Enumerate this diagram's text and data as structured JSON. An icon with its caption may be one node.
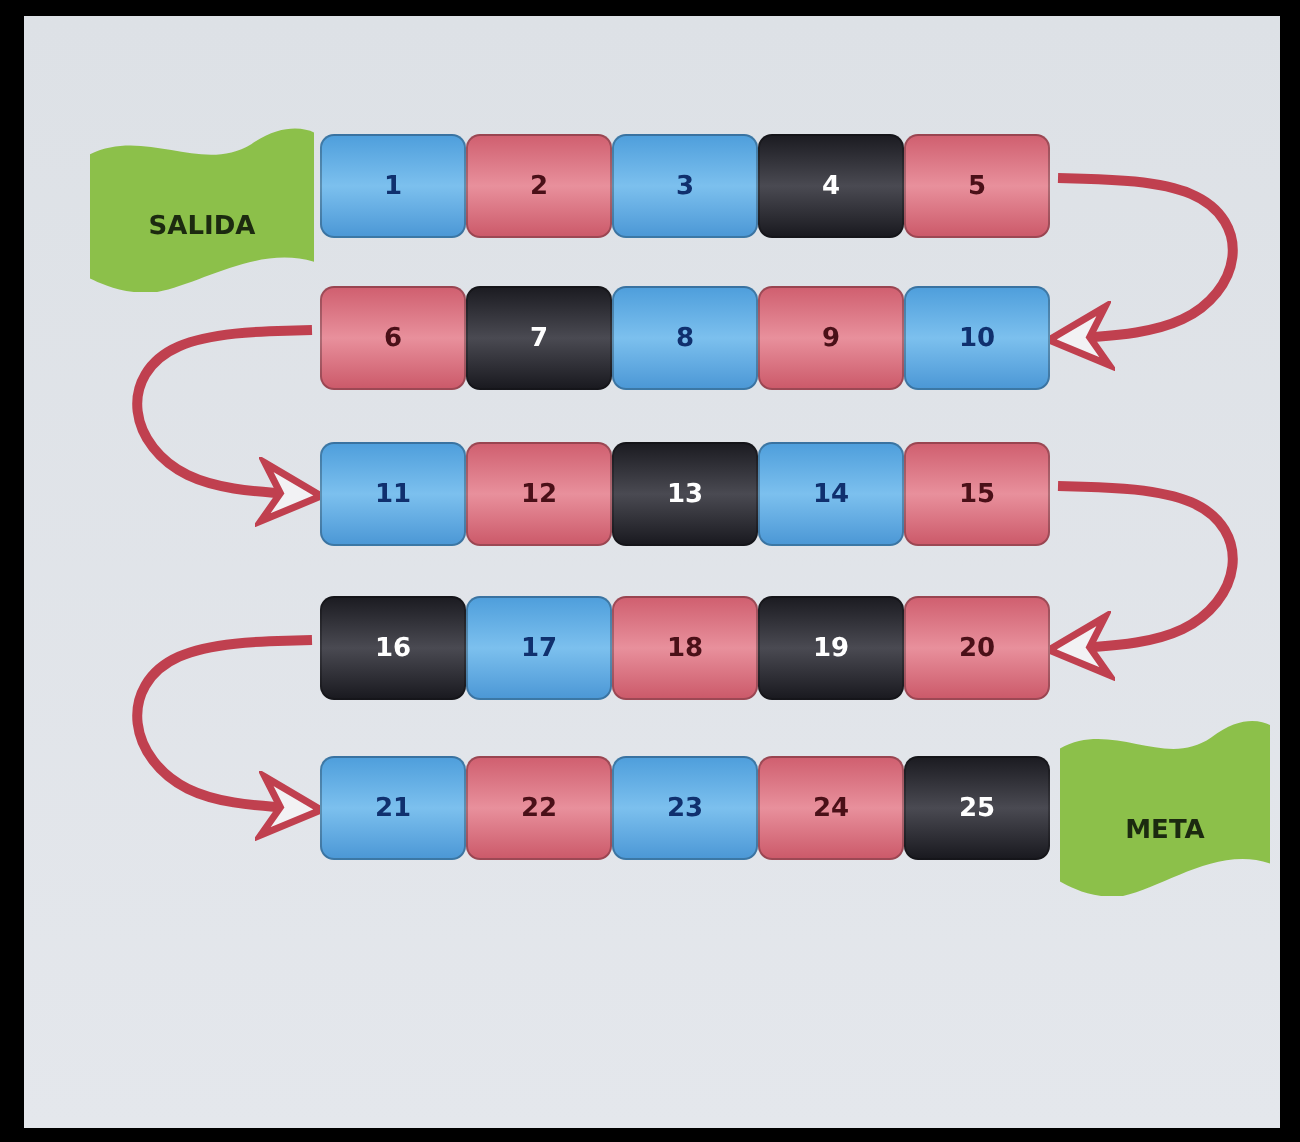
{
  "diagram": {
    "nodes": [
      {
        "text": [
          "SALIDA"
        ]
      },
      {
        "text": [
          "1"
        ]
      },
      {
        "text": [
          "2"
        ]
      },
      {
        "text": [
          "3"
        ]
      },
      {
        "text": [
          "4"
        ]
      },
      {
        "text": [
          "5"
        ]
      },
      {
        "text": [
          "6"
        ]
      },
      {
        "text": [
          "7"
        ]
      },
      {
        "text": [
          "8"
        ]
      },
      {
        "text": [
          "9"
        ]
      },
      {
        "text": [
          "10"
        ]
      },
      {
        "text": [
          "11"
        ]
      },
      {
        "text": [
          "12"
        ]
      },
      {
        "text": [
          "13"
        ]
      },
      {
        "text": [
          "14"
        ]
      },
      {
        "text": [
          "15"
        ]
      },
      {
        "text": [
          "16"
        ]
      },
      {
        "text": [
          "17"
        ]
      },
      {
        "text": [
          "18"
        ]
      },
      {
        "text": [
          "19"
        ]
      },
      {
        "text": [
          "20"
        ]
      },
      {
        "text": [
          "21"
        ]
      },
      {
        "text": [
          "22"
        ]
      },
      {
        "text": [
          "23"
        ]
      },
      {
        "text": [
          "24"
        ]
      },
      {
        "text": [
          "25"
        ]
      },
      {
        "text": [
          "META"
        ]
      }
    ],
    "edges": [
      {
        "from": 5,
        "to": 10,
        "arrow": "to"
      },
      {
        "from": 6,
        "to": 11,
        "arrow": "to"
      },
      {
        "from": 15,
        "to": 20,
        "arrow": "to"
      },
      {
        "from": 16,
        "to": 21,
        "arrow": "to"
      }
    ]
  }
}
